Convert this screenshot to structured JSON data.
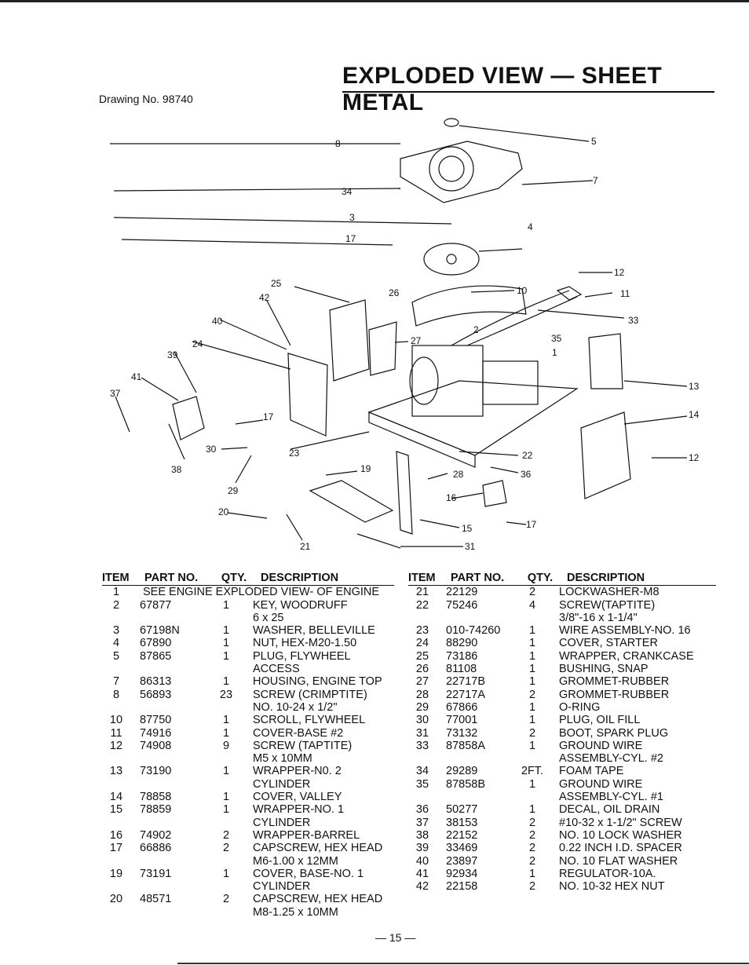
{
  "title": "EXPLODED VIEW — SHEET METAL",
  "drawing_number": "Drawing No. 98740",
  "page_number": "— 15 —",
  "diagram_labels": [
    "8",
    "5",
    "7",
    "34",
    "3",
    "4",
    "17",
    "12",
    "11",
    "33",
    "25",
    "26",
    "42",
    "10",
    "2",
    "35",
    "40",
    "27",
    "1",
    "24",
    "39",
    "13",
    "41",
    "37",
    "14",
    "17",
    "30",
    "23",
    "19",
    "22",
    "12",
    "28",
    "36",
    "29",
    "38",
    "16",
    "20",
    "15",
    "17",
    "21",
    "31"
  ],
  "table_headers": {
    "item": "ITEM",
    "part_no": "PART NO.",
    "qty": "QTY.",
    "description": "DESCRIPTION"
  },
  "left_rows": [
    {
      "item": "1",
      "span": "SEE ENGINE EXPLODED VIEW- OF ENGINE"
    },
    {
      "item": "2",
      "part": "67877",
      "qty": "1",
      "desc": "KEY, WOODRUFF",
      "desc2": "6 x 25"
    },
    {
      "item": "3",
      "part": "67198N",
      "qty": "1",
      "desc": "WASHER, BELLEVILLE"
    },
    {
      "item": "4",
      "part": "67890",
      "qty": "1",
      "desc": "NUT, HEX-M20-1.50"
    },
    {
      "item": "5",
      "part": "87865",
      "qty": "1",
      "desc": "PLUG, FLYWHEEL",
      "desc2": "ACCESS"
    },
    {
      "item": "7",
      "part": "86313",
      "qty": "1",
      "desc": "HOUSING, ENGINE TOP"
    },
    {
      "item": "8",
      "part": "56893",
      "qty": "23",
      "desc": "SCREW (CRIMPTITE)",
      "desc2": "NO. 10-24 x 1/2\""
    },
    {
      "item": "10",
      "part": "87750",
      "qty": "1",
      "desc": "SCROLL, FLYWHEEL"
    },
    {
      "item": "11",
      "part": "74916",
      "qty": "1",
      "desc": "COVER-BASE #2"
    },
    {
      "item": "12",
      "part": "74908",
      "qty": "9",
      "desc": "SCREW (TAPTITE)",
      "desc2": "M5 x 10MM"
    },
    {
      "item": "13",
      "part": "73190",
      "qty": "1",
      "desc": "WRAPPER-N0. 2",
      "desc2": "CYLINDER"
    },
    {
      "item": "14",
      "part": "78858",
      "qty": "1",
      "desc": "COVER, VALLEY"
    },
    {
      "item": "15",
      "part": "78859",
      "qty": "1",
      "desc": "WRAPPER-NO. 1",
      "desc2": "CYLINDER"
    },
    {
      "item": "16",
      "part": "74902",
      "qty": "2",
      "desc": "WRAPPER-BARREL"
    },
    {
      "item": "17",
      "part": "66886",
      "qty": "2",
      "desc": "CAPSCREW, HEX HEAD",
      "desc2": "M6-1.00 x 12MM"
    },
    {
      "item": "19",
      "part": "73191",
      "qty": "1",
      "desc": "COVER, BASE-NO. 1",
      "desc2": "CYLINDER"
    },
    {
      "item": "20",
      "part": "48571",
      "qty": "2",
      "desc": "CAPSCREW, HEX HEAD",
      "desc2": "M8-1.25 x 10MM"
    }
  ],
  "right_rows": [
    {
      "item": "21",
      "part": "22129",
      "qty": "2",
      "desc": "LOCKWASHER-M8"
    },
    {
      "item": "22",
      "part": "75246",
      "qty": "4",
      "desc": "SCREW(TAPTITE)",
      "desc2": "3/8\"-16 x 1-1/4\""
    },
    {
      "item": "23",
      "part": "010-74260",
      "qty": "1",
      "desc": "WIRE ASSEMBLY-NO. 16"
    },
    {
      "item": "24",
      "part": "88290",
      "qty": "1",
      "desc": "COVER, STARTER"
    },
    {
      "item": "25",
      "part": "73186",
      "qty": "1",
      "desc": "WRAPPER, CRANKCASE"
    },
    {
      "item": "26",
      "part": "81108",
      "qty": "1",
      "desc": "BUSHING, SNAP"
    },
    {
      "item": "27",
      "part": "22717B",
      "qty": "1",
      "desc": "GROMMET-RUBBER"
    },
    {
      "item": "28",
      "part": "22717A",
      "qty": "2",
      "desc": "GROMMET-RUBBER"
    },
    {
      "item": "29",
      "part": "67866",
      "qty": "1",
      "desc": "O-RING"
    },
    {
      "item": "30",
      "part": "77001",
      "qty": "1",
      "desc": "PLUG, OIL FILL"
    },
    {
      "item": "31",
      "part": "73132",
      "qty": "2",
      "desc": "BOOT, SPARK PLUG"
    },
    {
      "item": "33",
      "part": "87858A",
      "qty": "1",
      "desc": "GROUND WIRE",
      "desc2": "ASSEMBLY-CYL. #2"
    },
    {
      "item": "34",
      "part": "29289",
      "qty": "2FT.",
      "desc": "FOAM TAPE"
    },
    {
      "item": "35",
      "part": "87858B",
      "qty": "1",
      "desc": "GROUND WIRE",
      "desc2": "ASSEMBLY-CYL. #1"
    },
    {
      "item": "36",
      "part": "50277",
      "qty": "1",
      "desc": "DECAL, OIL DRAIN"
    },
    {
      "item": "37",
      "part": "38153",
      "qty": "2",
      "desc": "#10-32 x 1-1/2\" SCREW"
    },
    {
      "item": "38",
      "part": "22152",
      "qty": "2",
      "desc": "NO. 10 LOCK WASHER"
    },
    {
      "item": "39",
      "part": "33469",
      "qty": "2",
      "desc": "0.22 INCH I.D. SPACER"
    },
    {
      "item": "40",
      "part": "23897",
      "qty": "2",
      "desc": "NO. 10 FLAT WASHER"
    },
    {
      "item": "41",
      "part": "92934",
      "qty": "1",
      "desc": "REGULATOR-10A."
    },
    {
      "item": "42",
      "part": "22158",
      "qty": "2",
      "desc": "NO. 10-32 HEX NUT"
    }
  ]
}
